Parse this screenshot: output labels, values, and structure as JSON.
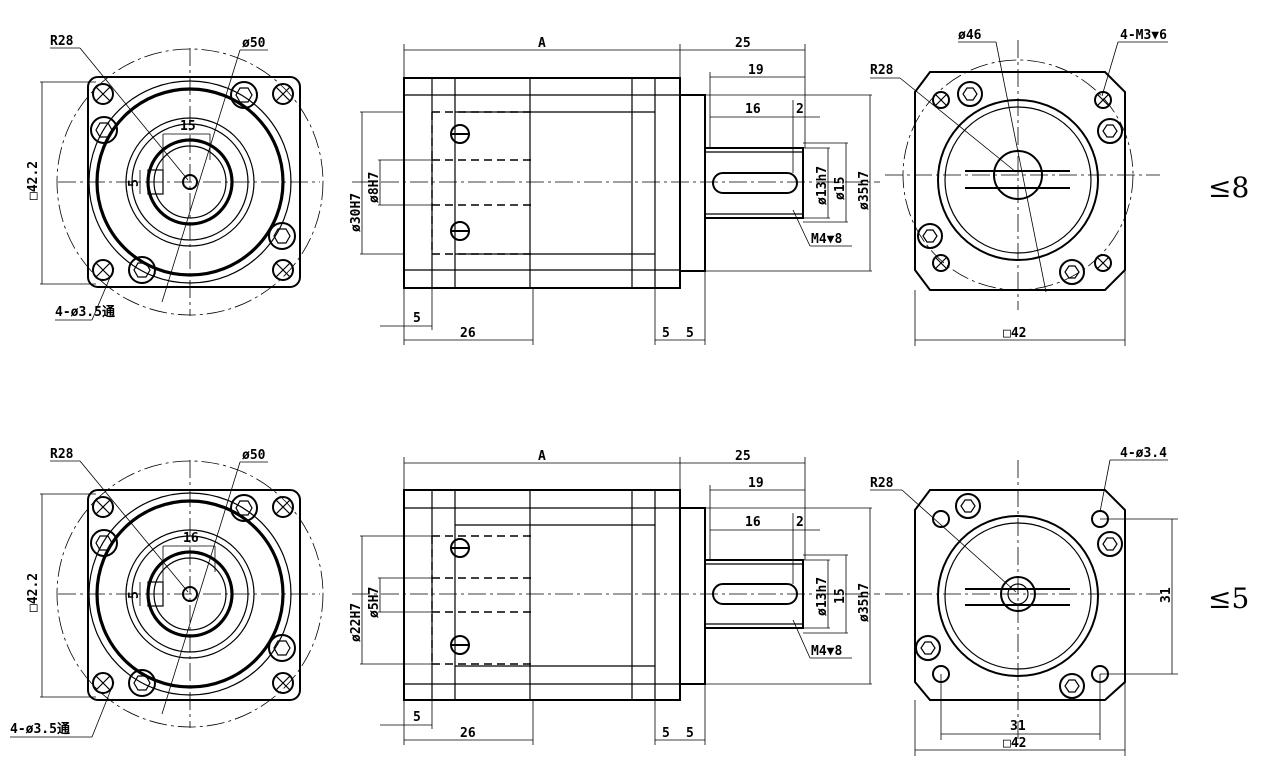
{
  "top": {
    "front": {
      "r28": "R28",
      "d50": "ø50",
      "w15": "15",
      "h5": "5",
      "sq": "□42.2",
      "holes": "4-ø3.5通"
    },
    "side": {
      "A": "A",
      "d25": "25",
      "d19": "19",
      "d16": "16",
      "d2": "2",
      "d5a": "5",
      "d26": "26",
      "d5b": "5",
      "d5c": "5",
      "d30": "ø30H7",
      "d8": "ø8H7",
      "d13": "ø13h7",
      "d15": "ø15",
      "d35": "ø35h7",
      "m4": "M4▼8"
    },
    "back": {
      "d46": "ø46",
      "m3": "4-M3▼6",
      "r28": "R28",
      "sq": "□42"
    },
    "ratio": "≤8"
  },
  "bottom": {
    "front": {
      "r28": "R28",
      "d50": "ø50",
      "w16": "16",
      "h5": "5",
      "sq": "□42.2",
      "holes": "4-ø3.5通"
    },
    "side": {
      "A": "A",
      "d25": "25",
      "d19": "19",
      "d16": "16",
      "d2": "2",
      "d5a": "5",
      "d26": "26",
      "d5b": "5",
      "d5c": "5",
      "d22": "ø22H7",
      "d5h": "ø5H7",
      "d13": "ø13h7",
      "d15": "15",
      "d35": "ø35h7",
      "m4": "M4▼8"
    },
    "back": {
      "d34": "4-ø3.4",
      "r28": "R28",
      "d31v": "31",
      "d31h": "31",
      "sq": "□42"
    },
    "ratio": "≤5"
  }
}
